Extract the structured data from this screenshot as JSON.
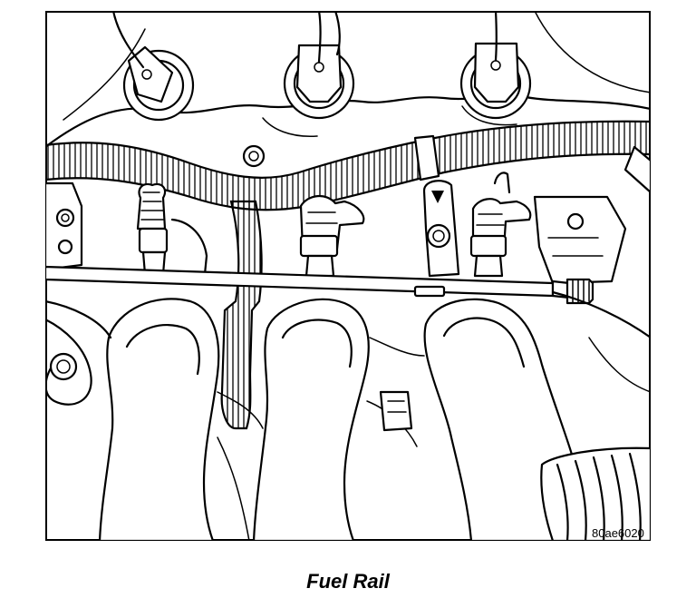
{
  "figure": {
    "caption": "Fuel Rail",
    "reference_code": "80ae6020"
  },
  "icons": {
    "illustration": "engine-fuel-rail-line-art"
  },
  "colors": {
    "ink": "#000000",
    "paper": "#ffffff"
  }
}
